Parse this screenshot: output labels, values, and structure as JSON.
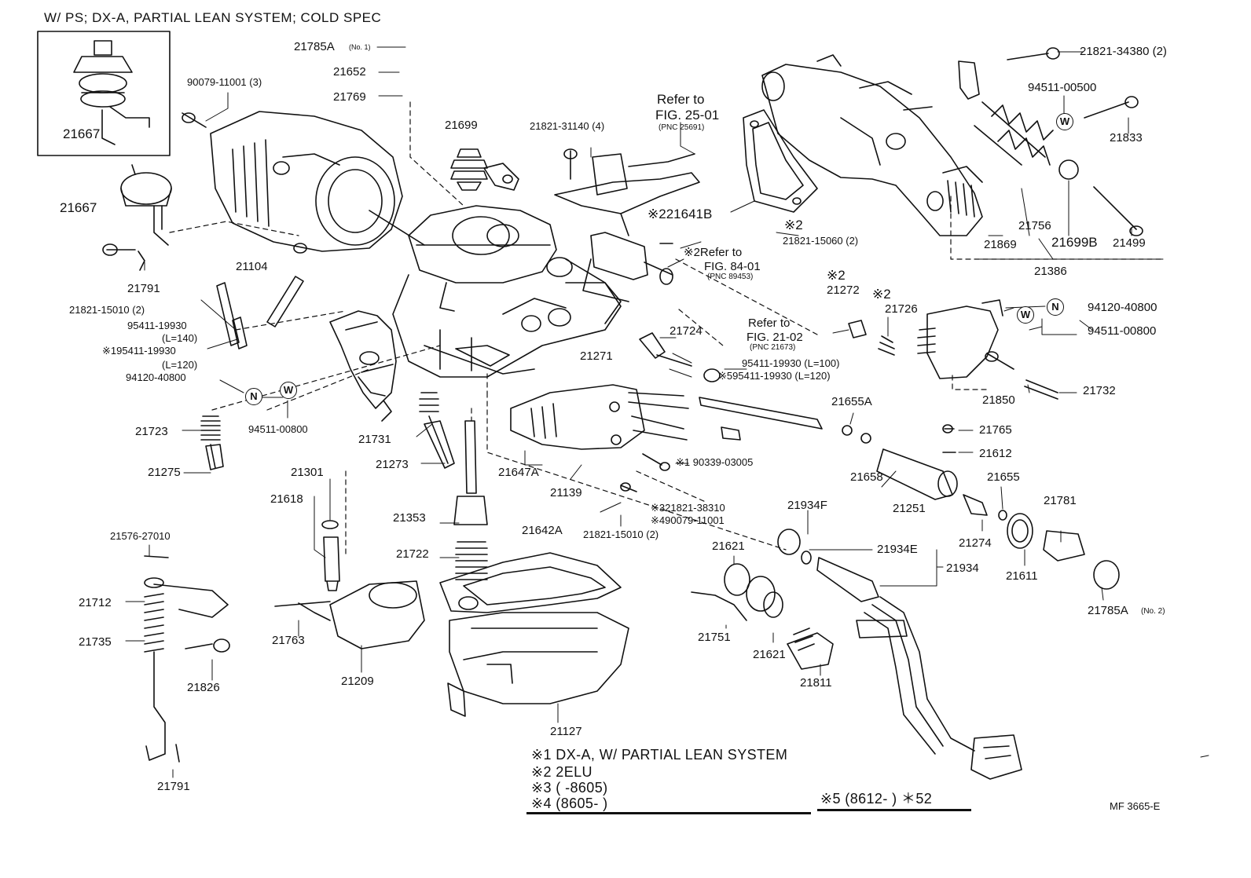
{
  "header": "W/ PS; DX-A, PARTIAL LEAN SYSTEM; COLD SPEC",
  "figure_code": "MF 3665-E",
  "washer_symbols": {
    "nut": "N",
    "washer": "W"
  },
  "labels": [
    {
      "id": "p21667_inset",
      "text": "21667"
    },
    {
      "id": "p21785A_1",
      "text": "21785A"
    },
    {
      "id": "p21785A_1_sub",
      "text": "(No. 1)"
    },
    {
      "id": "p21652",
      "text": "21652"
    },
    {
      "id": "p21769",
      "text": "21769"
    },
    {
      "id": "p90079",
      "text": "90079-11001 (3)"
    },
    {
      "id": "p21699",
      "text": "21699"
    },
    {
      "id": "p21821_31140",
      "text": "21821-31140 (4)"
    },
    {
      "id": "ref25",
      "text": "Refer to"
    },
    {
      "id": "ref25_fig",
      "text": "FIG. 25-01"
    },
    {
      "id": "ref25_pnc",
      "text": "(PNC 25691)"
    },
    {
      "id": "p21821_34380",
      "text": "21821-34380 (2)"
    },
    {
      "id": "p94511_00500",
      "text": "94511-00500"
    },
    {
      "id": "p21833",
      "text": "21833"
    },
    {
      "id": "p21667",
      "text": "21667"
    },
    {
      "id": "p21104",
      "text": "21104"
    },
    {
      "id": "p21791_a",
      "text": "21791"
    },
    {
      "id": "p21821_15010_a",
      "text": "21821-15010 (2)"
    },
    {
      "id": "p95411_140",
      "text": "95411-19930"
    },
    {
      "id": "p95411_140_l",
      "text": "(L=140)"
    },
    {
      "id": "p95411_120",
      "text": "※195411-19930"
    },
    {
      "id": "p95411_120_l",
      "text": "(L=120)"
    },
    {
      "id": "p94120_a",
      "text": "94120-40800"
    },
    {
      "id": "p94511_00800_a",
      "text": "94511-00800"
    },
    {
      "id": "p221641B",
      "text": "※221641B"
    },
    {
      "id": "star2_a",
      "text": "※2"
    },
    {
      "id": "p21821_15060",
      "text": "21821-15060 (2)"
    },
    {
      "id": "ref84",
      "text": "※2Refer to"
    },
    {
      "id": "ref84_fig",
      "text": "FIG. 84-01"
    },
    {
      "id": "ref84_pnc",
      "text": "(PNC 89453)"
    },
    {
      "id": "star2_b",
      "text": "※2"
    },
    {
      "id": "star2_c",
      "text": "※2"
    },
    {
      "id": "star2_d",
      "text": "※2"
    },
    {
      "id": "p21869",
      "text": "21869"
    },
    {
      "id": "p21756",
      "text": "21756"
    },
    {
      "id": "p21699B",
      "text": "21699B"
    },
    {
      "id": "p21499",
      "text": "21499"
    },
    {
      "id": "p21386",
      "text": "21386"
    },
    {
      "id": "p21272",
      "text": "21272"
    },
    {
      "id": "p21726",
      "text": "21726"
    },
    {
      "id": "p94120_b",
      "text": "94120-40800"
    },
    {
      "id": "p94511_00800_b",
      "text": "94511-00800"
    },
    {
      "id": "p21724",
      "text": "21724"
    },
    {
      "id": "p21271",
      "text": "21271"
    },
    {
      "id": "ref21",
      "text": "Refer to"
    },
    {
      "id": "ref21_fig",
      "text": "FIG. 21-02"
    },
    {
      "id": "ref21_pnc",
      "text": "(PNC 21673)"
    },
    {
      "id": "p95411_100",
      "text": "95411-19930 (L=100)"
    },
    {
      "id": "p95411_120b",
      "text": "※595411-19930 (L=120)"
    },
    {
      "id": "p21850",
      "text": "21850"
    },
    {
      "id": "p21732",
      "text": "21732"
    },
    {
      "id": "p21655A",
      "text": "21655A"
    },
    {
      "id": "p21765",
      "text": "21765"
    },
    {
      "id": "p21612",
      "text": "21612"
    },
    {
      "id": "p21655",
      "text": "21655"
    },
    {
      "id": "p21658",
      "text": "21658"
    },
    {
      "id": "p21251",
      "text": "21251"
    },
    {
      "id": "p21731",
      "text": "21731"
    },
    {
      "id": "p21723",
      "text": "21723"
    },
    {
      "id": "p21275",
      "text": "21275"
    },
    {
      "id": "p21273",
      "text": "21273"
    },
    {
      "id": "p21647A",
      "text": "21647A"
    },
    {
      "id": "p21139",
      "text": "21139"
    },
    {
      "id": "p90339",
      "text": "※1 90339-03005"
    },
    {
      "id": "p21821_38310",
      "text": "※321821-38310"
    },
    {
      "id": "p90079b",
      "text": "※490079-11001"
    },
    {
      "id": "p21821_15010_b",
      "text": "21821-15010 (2)"
    },
    {
      "id": "p21301",
      "text": "21301"
    },
    {
      "id": "p21618",
      "text": "21618"
    },
    {
      "id": "p21353",
      "text": "21353"
    },
    {
      "id": "p21576",
      "text": "21576-27010"
    },
    {
      "id": "p21642A",
      "text": "21642A"
    },
    {
      "id": "p21722",
      "text": "21722"
    },
    {
      "id": "p21712",
      "text": "21712"
    },
    {
      "id": "p21735",
      "text": "21735"
    },
    {
      "id": "p21763",
      "text": "21763"
    },
    {
      "id": "p21826",
      "text": "21826"
    },
    {
      "id": "p21209",
      "text": "21209"
    },
    {
      "id": "p21127",
      "text": "21127"
    },
    {
      "id": "p21791_b",
      "text": "21791"
    },
    {
      "id": "p21934F",
      "text": "21934F"
    },
    {
      "id": "p21621_a",
      "text": "21621"
    },
    {
      "id": "p21934E",
      "text": "21934E"
    },
    {
      "id": "p21934",
      "text": "21934"
    },
    {
      "id": "p21274",
      "text": "21274"
    },
    {
      "id": "p21781",
      "text": "21781"
    },
    {
      "id": "p21611",
      "text": "21611"
    },
    {
      "id": "p21785A_2",
      "text": "21785A"
    },
    {
      "id": "p21785A_2_sub",
      "text": "(No. 2)"
    },
    {
      "id": "p21751",
      "text": "21751"
    },
    {
      "id": "p21621_b",
      "text": "21621"
    },
    {
      "id": "p21811",
      "text": "21811"
    }
  ],
  "notes": [
    {
      "id": "n1",
      "text": "※1 DX-A, W/ PARTIAL LEAN SYSTEM"
    },
    {
      "id": "n2",
      "text": "※2 2ELU"
    },
    {
      "id": "n3",
      "text": "※3 (        -8605)"
    },
    {
      "id": "n4",
      "text": "※4 (8605-        )"
    },
    {
      "id": "n5",
      "text": "※5 (8612-        ) ＊52"
    }
  ]
}
